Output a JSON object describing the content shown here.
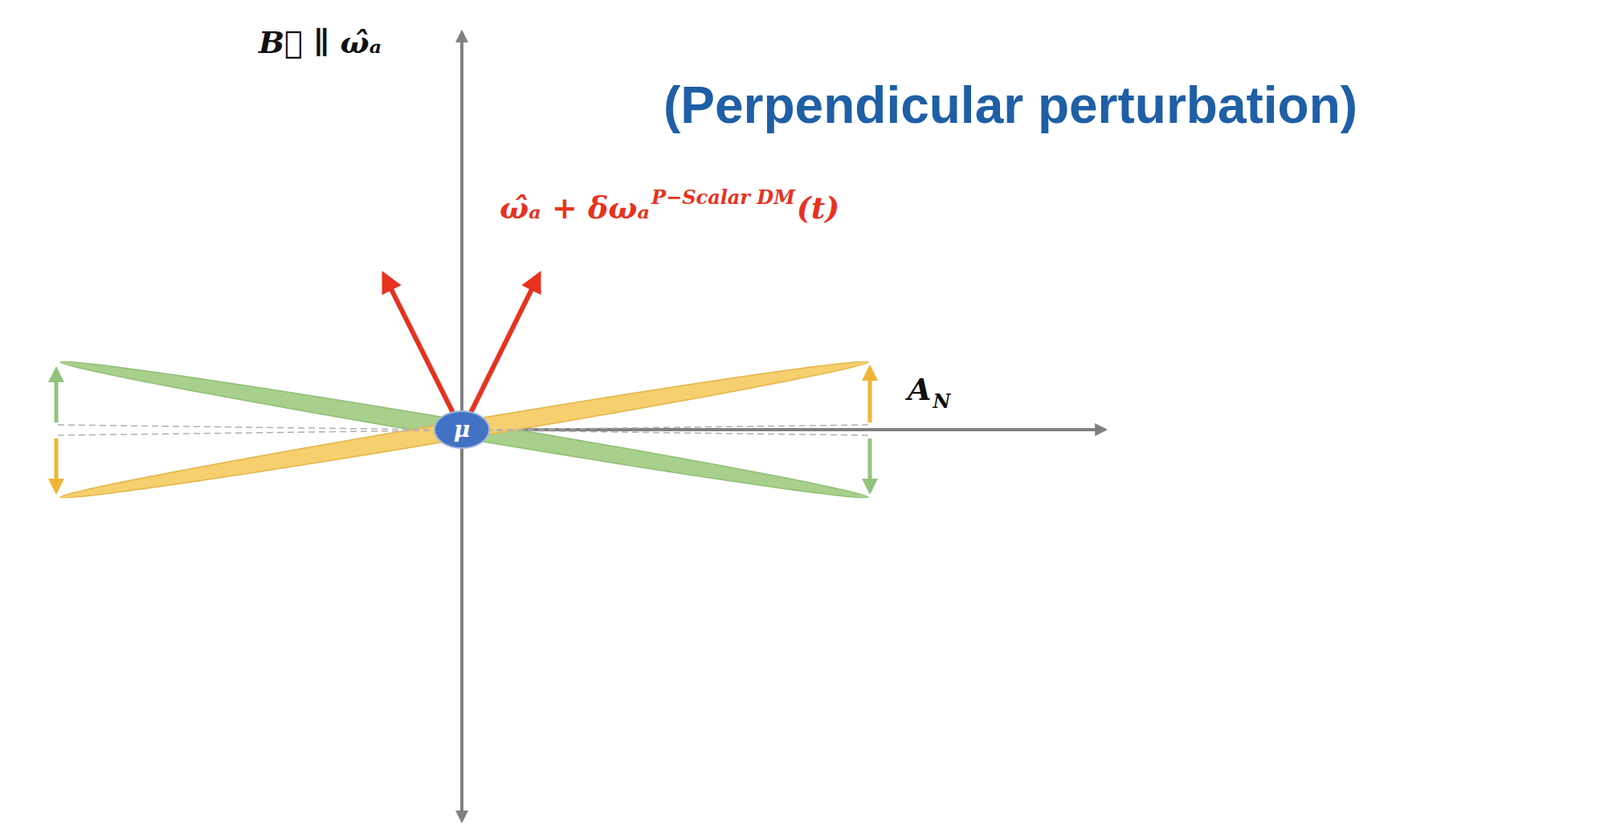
{
  "diagram": {
    "title": "(Perpendicular perturbation)",
    "nodes": [
      {
        "text": [
          "μ"
        ]
      }
    ],
    "labels": [
      "B⃗ ∥ ω̂ₐ",
      "ω̂ₐ + δωₐ",
      "P−Scalar DM",
      "(t)",
      "A",
      "N"
    ]
  }
}
